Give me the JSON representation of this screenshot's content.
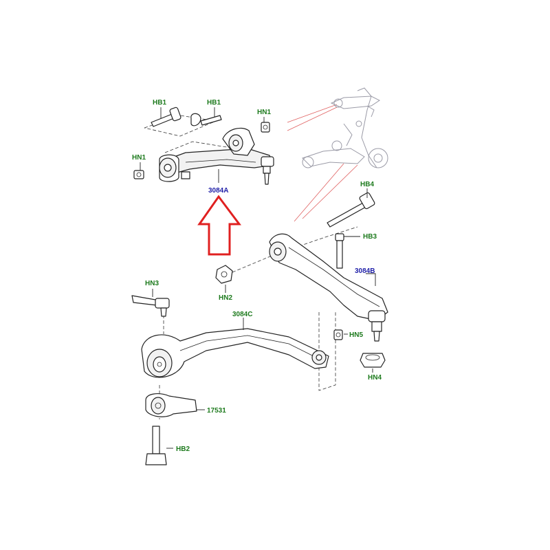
{
  "colors": {
    "part_label": "#1d7a1d",
    "assembly_label": "#1f1fa8",
    "callout_arrow": "#e02020",
    "leader_to_inset": "#e06060"
  },
  "callouts": {
    "hb1_left": "HB1",
    "hb1_right": "HB1",
    "hn1_top": "HN1",
    "hn1_left": "HN1",
    "upper_arm": "3084A",
    "hb4": "HB4",
    "hb3": "HB3",
    "lower_arm": "3084B",
    "hn2": "HN2",
    "hn3": "HN3",
    "hn5": "HN5",
    "front_arm": "3084C",
    "hn4": "HN4",
    "bracket": "17531",
    "hb2": "HB2"
  },
  "icons": {
    "highlight_arrow": "up-arrow-outline"
  }
}
